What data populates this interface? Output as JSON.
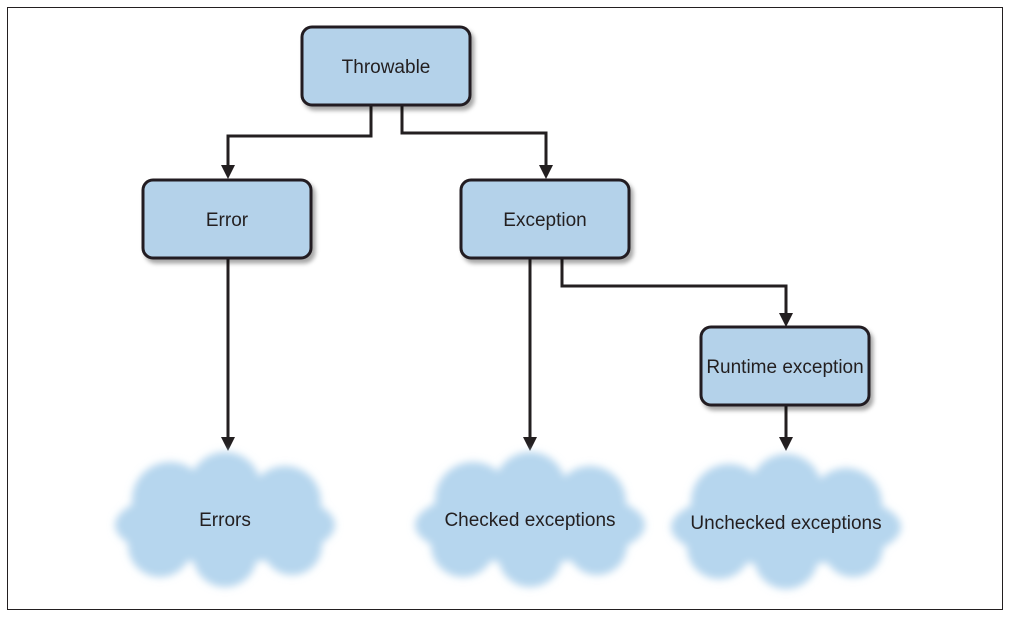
{
  "colors": {
    "box_fill": "#b4d2ea",
    "box_stroke": "#231f20",
    "cloud_fill": "#b6d6ee",
    "line": "#231f20",
    "frame": "#231f20"
  },
  "nodes": {
    "throwable": "Throwable",
    "error": "Error",
    "exception": "Exception",
    "runtime_exception": "Runtime exception"
  },
  "clouds": {
    "errors": "Errors",
    "checked": "Checked exceptions",
    "unchecked": "Unchecked exceptions"
  },
  "icons": {
    "box": "rounded-rectangle",
    "cloud": "cloud-shape",
    "arrow": "arrowhead-down"
  }
}
